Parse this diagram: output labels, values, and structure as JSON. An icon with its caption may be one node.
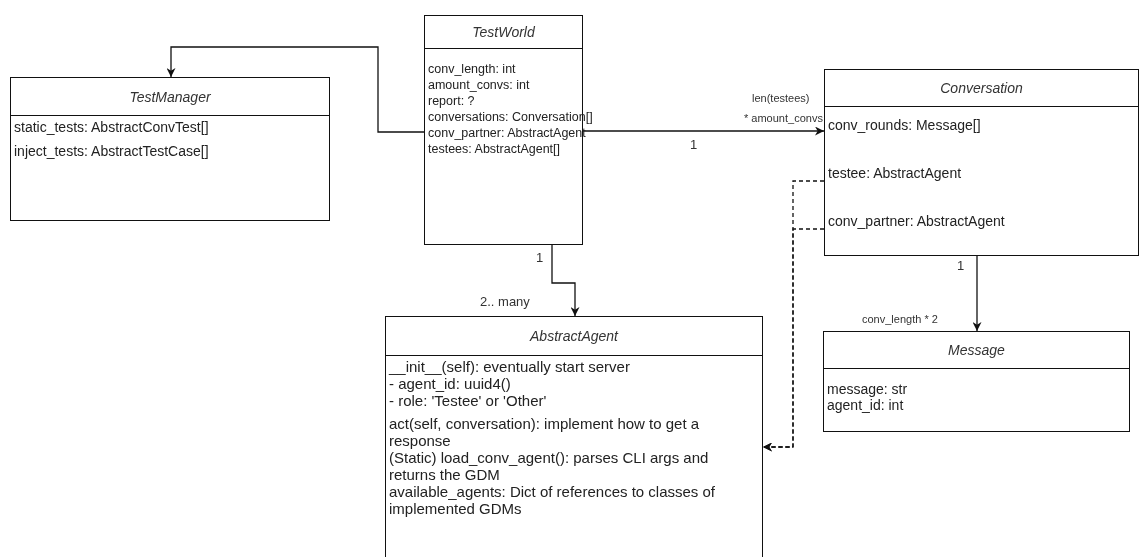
{
  "diagram": {
    "nodes": [
      {
        "text": [
          "TestManager",
          "static_tests: AbstractConvTest[]",
          "inject_tests: AbstractTestCase[]"
        ]
      },
      {
        "text": [
          "TestWorld",
          "conv_length: int",
          "amount_convs: int",
          "report: ?",
          "conversations: Conversation[]",
          "conv_partner: AbstractAgent",
          "testees: AbstractAgent[]"
        ]
      },
      {
        "text": [
          "Conversation",
          "conv_rounds: Message[]",
          "testee: AbstractAgent",
          "conv_partner: AbstractAgent"
        ]
      },
      {
        "text": [
          "AbstractAgent",
          "__init__(self): eventually start server",
          "- agent_id: uuid4()",
          "- role: 'Testee' or 'Other'",
          "act(self, conversation): implement how to get a response",
          "(Static) load_conv_agent(): parses CLI args and returns the GDM",
          "available_agents: Dict of references to classes of implemented GDMs"
        ]
      },
      {
        "text": [
          "Message",
          "message: str",
          "agent_id: int"
        ]
      }
    ],
    "edges": [
      {
        "from": 1,
        "to": 0,
        "arrow": "to"
      },
      {
        "from": 1,
        "to": 2,
        "arrow": "to"
      },
      {
        "from": 1,
        "to": 3,
        "arrow": "to"
      },
      {
        "from": 2,
        "to": 4,
        "arrow": "to"
      },
      {
        "from": 2,
        "to": 3,
        "arrow": "to",
        "style": "dashed"
      },
      {
        "from": 2,
        "to": 3,
        "arrow": "to",
        "style": "dashed"
      }
    ],
    "labels": [
      "len(testees)",
      "* amount_convs",
      "1",
      "1",
      "2.. many",
      "1",
      "conv_length * 2"
    ]
  }
}
